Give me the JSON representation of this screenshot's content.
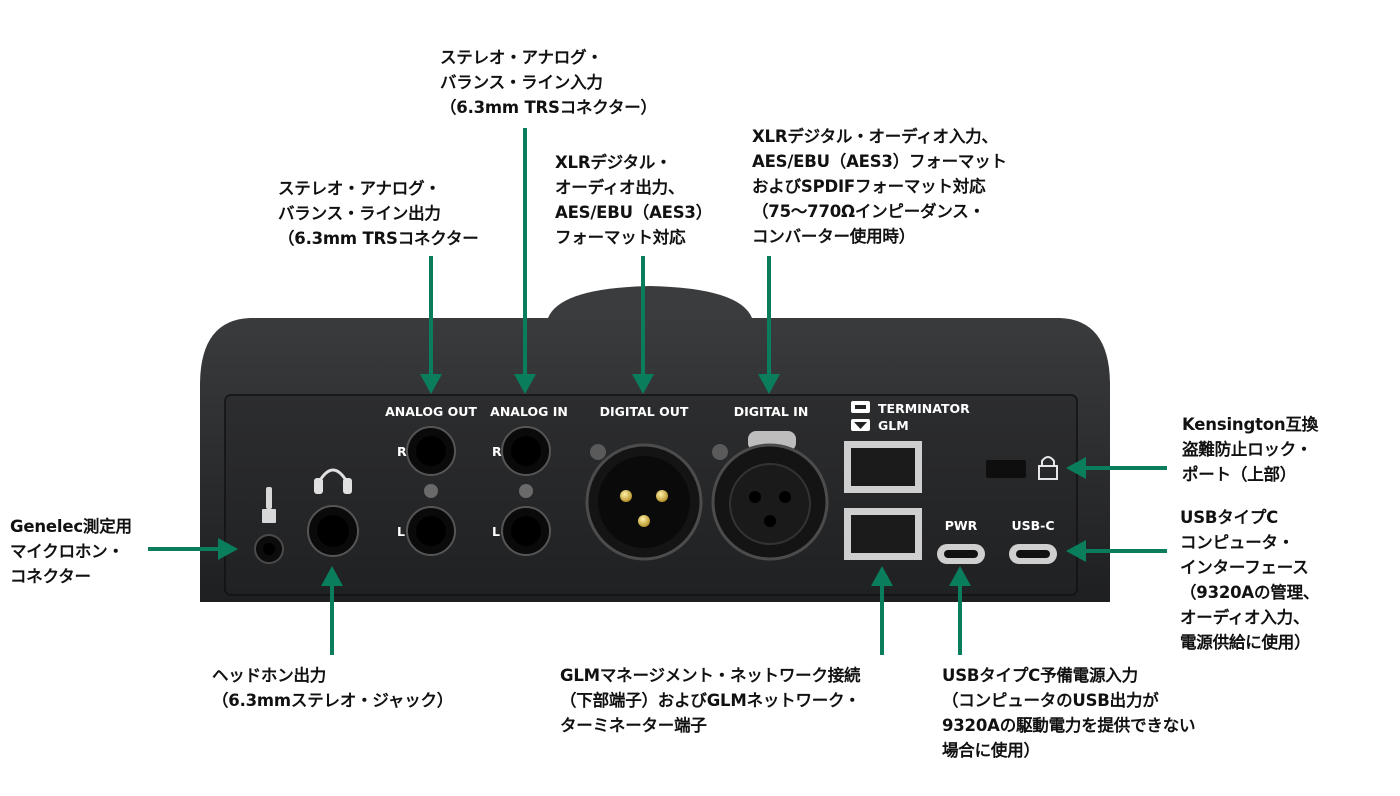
{
  "accent_color": "#0a7d5c",
  "device": {
    "panel_labels": {
      "analog_out": "ANALOG OUT",
      "analog_in": "ANALOG IN",
      "digital_out": "DIGITAL OUT",
      "digital_in": "DIGITAL IN",
      "terminator": "TERMINATOR",
      "glm": "GLM",
      "pwr": "PWR",
      "usb_c": "USB-C",
      "r": "R",
      "l": "L"
    }
  },
  "callouts": {
    "analog_in": [
      "ステレオ・アナログ・",
      "バランス・ライン入力",
      "（6.3mm TRSコネクター）"
    ],
    "analog_out": [
      "ステレオ・アナログ・",
      "バランス・ライン出力",
      "（6.3mm TRSコネクター"
    ],
    "digital_out": [
      "XLRデジタル・",
      "オーディオ出力、",
      "AES/EBU（AES3）",
      "フォーマット対応"
    ],
    "digital_in": [
      "XLRデジタル・オーディオ入力、",
      "AES/EBU（AES3）フォーマット",
      "およびSPDIFフォーマット対応",
      "（75～770Ωインピーダンス・",
      "コンバーター使用時）"
    ],
    "kensington": [
      "Kensington互換",
      "盗難防止ロック・",
      "ポート（上部）"
    ],
    "usb_c": [
      "USBタイプC",
      "コンピュータ・",
      "インターフェース",
      "（9320Aの管理、",
      "オーディオ入力、",
      "電源供給に使用）"
    ],
    "mic": [
      "Genelec測定用",
      "マイクロホン・",
      "コネクター"
    ],
    "headphone": [
      "ヘッドホン出力",
      "（6.3mmステレオ・ジャック）"
    ],
    "glm": [
      "GLMマネージメント・ネットワーク接続",
      "（下部端子）およびGLMネットワーク・",
      "ターミネーター端子"
    ],
    "pwr": [
      "USBタイプC予備電源入力",
      "（コンピュータのUSB出力が",
      "9320Aの駆動電力を提供できない",
      "場合に使用）"
    ]
  }
}
